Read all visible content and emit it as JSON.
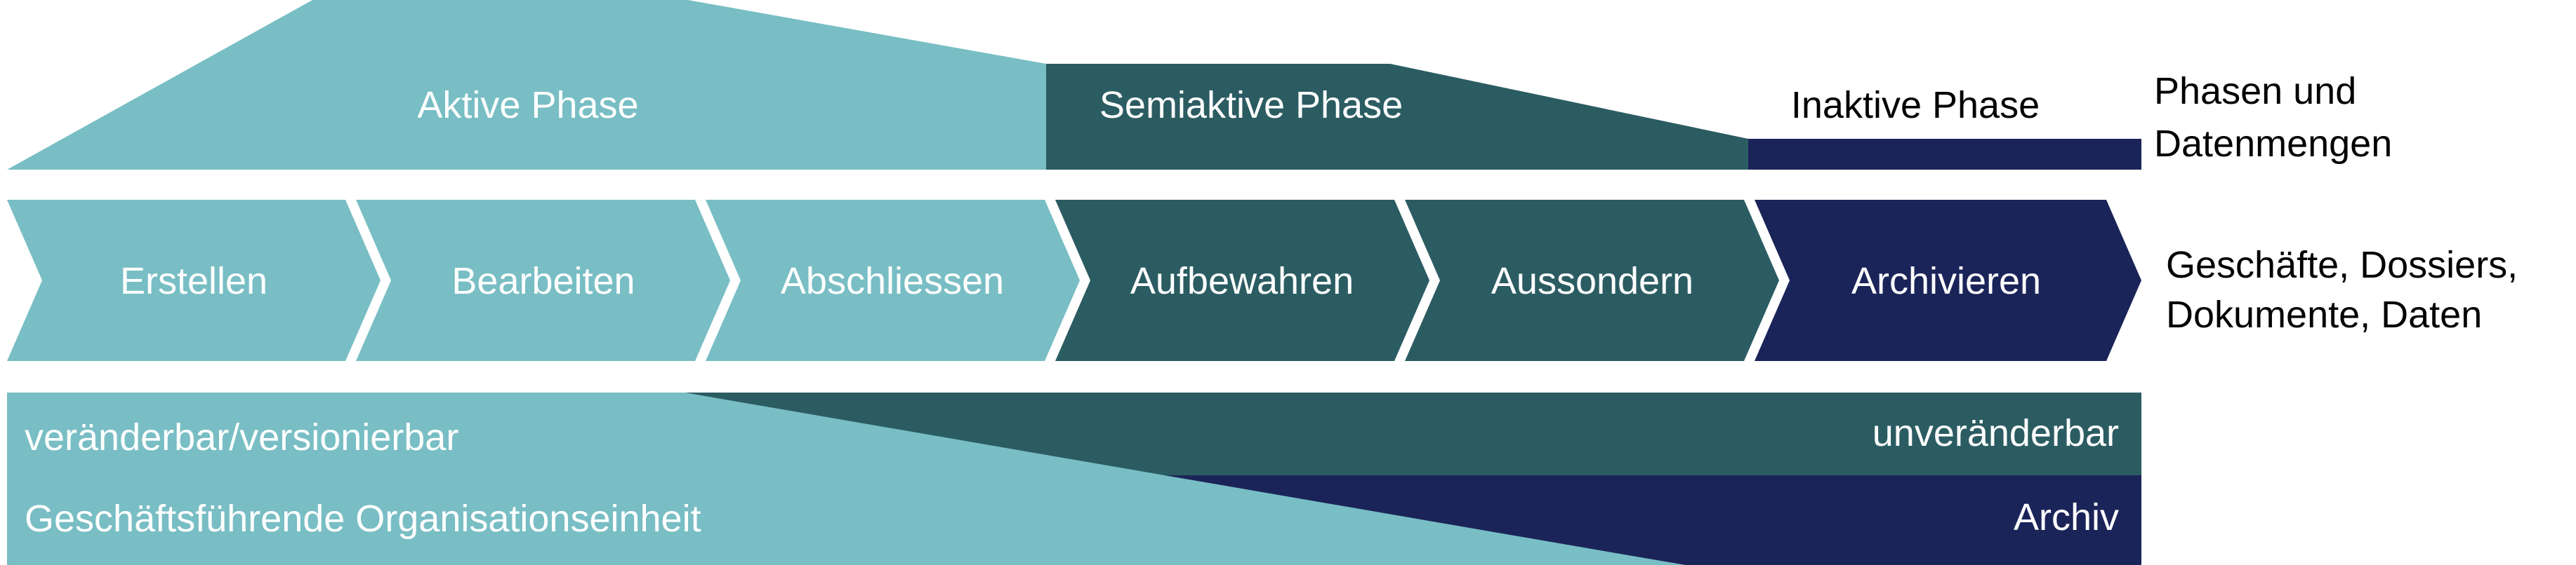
{
  "colors": {
    "light_teal": "#78BEC4",
    "dark_teal": "#2B5C62",
    "navy": "#1B2459",
    "white": "#FFFFFF",
    "text_dark": "#000000"
  },
  "phases": {
    "active": "Aktive Phase",
    "semiactive": "Semiaktive Phase",
    "inactive": "Inaktive Phase",
    "side_label_line1": "Phasen und",
    "side_label_line2": "Datenmengen"
  },
  "steps": [
    {
      "label": "Erstellen",
      "phase": "active"
    },
    {
      "label": "Bearbeiten",
      "phase": "active"
    },
    {
      "label": "Abschliessen",
      "phase": "active"
    },
    {
      "label": "Aufbewahren",
      "phase": "semiactive"
    },
    {
      "label": "Aussondern",
      "phase": "semiactive"
    },
    {
      "label": "Archivieren",
      "phase": "inactive"
    }
  ],
  "steps_side_label_line1": "Geschäfte, Dossiers,",
  "steps_side_label_line2": "Dokumente, Daten",
  "bottom": {
    "mutable": "veränderbar/versionierbar",
    "immutable": "unveränderbar",
    "owner": "Geschäftsführende Organisationseinheit",
    "archive": "Archiv"
  }
}
